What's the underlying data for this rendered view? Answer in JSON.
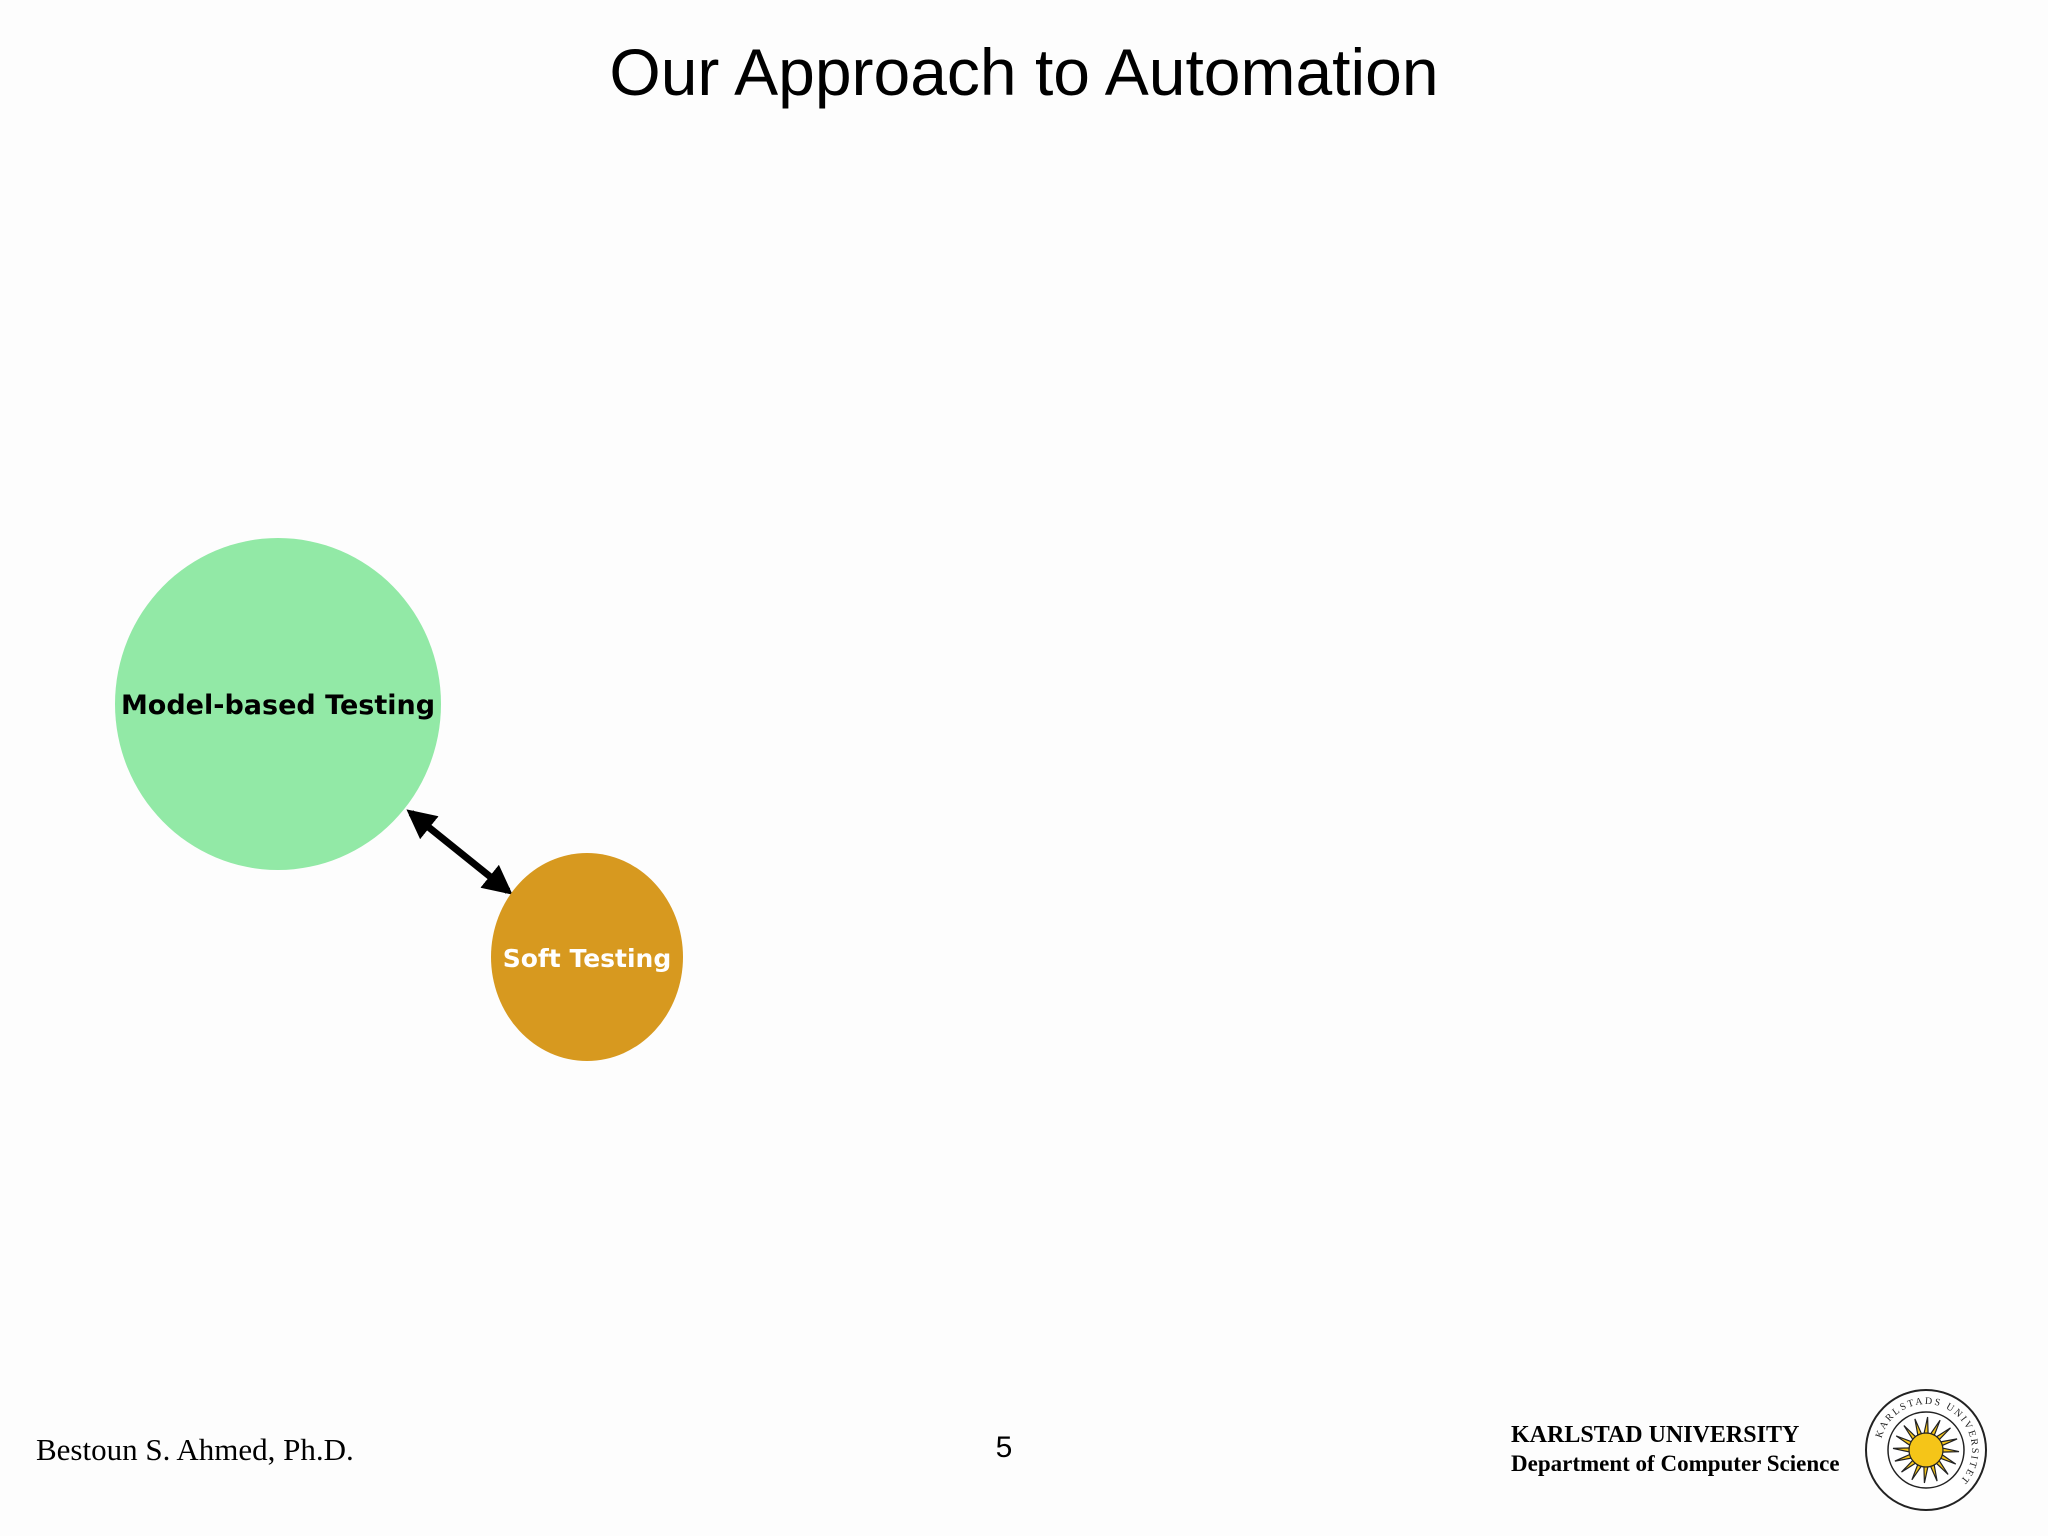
{
  "slide": {
    "title": "Our Approach to Automation",
    "page_number": "5"
  },
  "diagram": {
    "nodes": [
      {
        "id": "model-based-testing",
        "label": "Model-based Testing",
        "color": "#92e9a6",
        "text_color": "#000000"
      },
      {
        "id": "soft-testing",
        "label": "Soft Testing",
        "color": "#d7991f",
        "text_color": "#ffffff"
      }
    ],
    "edges": [
      {
        "from": "model-based-testing",
        "to": "soft-testing",
        "direction": "bidirectional",
        "color": "#000000"
      }
    ]
  },
  "footer": {
    "author": "Bestoun S. Ahmed, Ph.D.",
    "university": "KARLSTAD UNIVERSITY",
    "department": "Department of Computer Science",
    "seal_text": "KARLSTADS UNIVERSITET",
    "seal_icon": "sun-seal-icon",
    "seal_color": "#f5c518"
  }
}
